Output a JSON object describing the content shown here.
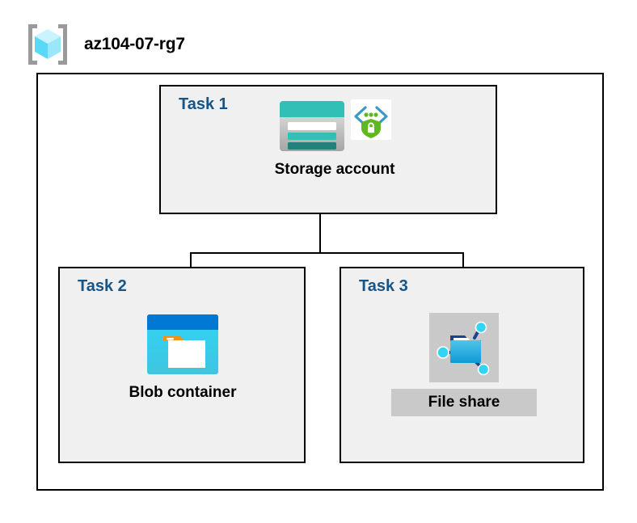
{
  "header": {
    "resource_group_name": "az104-07-rg7",
    "icon": "resource-group-cube-icon"
  },
  "diagram": {
    "type": "azure-architecture",
    "container_label": "az104-07-rg7",
    "tasks": [
      {
        "id": "task-1",
        "label": "Task 1",
        "node_caption": "Storage account",
        "icons": [
          "storage-account-icon",
          "storage-security-shield-icon"
        ],
        "highlighted": false
      },
      {
        "id": "task-2",
        "label": "Task 2",
        "node_caption": "Blob container",
        "icons": [
          "blob-container-icon"
        ],
        "highlighted": false
      },
      {
        "id": "task-3",
        "label": "Task 3",
        "node_caption": "File share",
        "icons": [
          "file-share-icon"
        ],
        "highlighted": true
      }
    ],
    "connections": [
      {
        "from": "task-1",
        "to": "task-2"
      },
      {
        "from": "task-1",
        "to": "task-3"
      }
    ]
  },
  "colors": {
    "task_label": "#14558A",
    "task_box_fill": "#F0F0F0",
    "container_fill": "#FFFFFF",
    "border": "#000000",
    "selection_highlight": "#C9C9C9",
    "storage_teal": "#32BFB5",
    "storage_teal_dark": "#1F7A73",
    "blob_blue": "#0078D4",
    "blob_cyan": "#32D4F5",
    "blob_orange": "#F5A623",
    "shield_green": "#5FB81D",
    "chevron_blue": "#3999C6",
    "cube_cyan": "#9CEBFF",
    "file_share_blue": "#1FA8DE"
  }
}
